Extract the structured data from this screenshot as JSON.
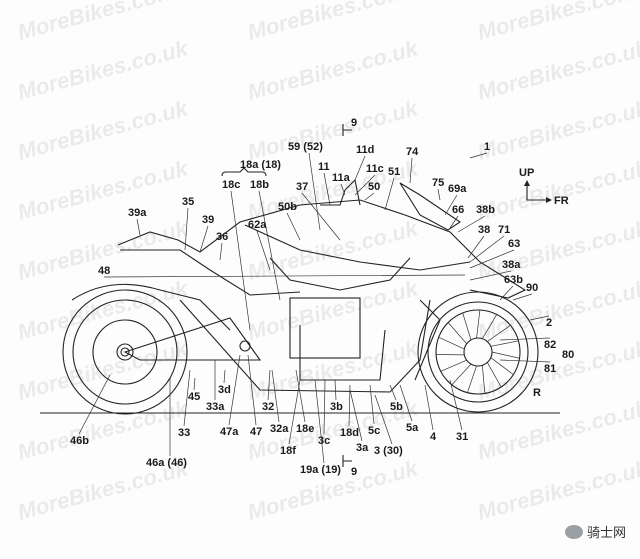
{
  "watermark": "MoreBikes.co.uk",
  "source_badge": "骑士网",
  "direction": {
    "up": "UP",
    "front": "FR"
  },
  "section_marker": "9",
  "ground_label": "R",
  "labels": [
    "1",
    "59 (52)",
    "11d",
    "11",
    "11c",
    "51",
    "74",
    "18a (18)",
    "18c",
    "18b",
    "11a",
    "50",
    "75",
    "69a",
    "37",
    "50b",
    "66",
    "38b",
    "35",
    "39a",
    "39",
    "62a",
    "38",
    "71",
    "36",
    "63",
    "48",
    "38a",
    "63b",
    "90",
    "2",
    "82",
    "80",
    "81",
    "45",
    "3d",
    "33a",
    "32",
    "3b",
    "5b",
    "46b",
    "33",
    "47a",
    "47",
    "32a",
    "18e",
    "3c",
    "18d",
    "5c",
    "5a",
    "4",
    "31",
    "18f",
    "3a",
    "3 (30)",
    "46a (46)",
    "19a (19)"
  ]
}
